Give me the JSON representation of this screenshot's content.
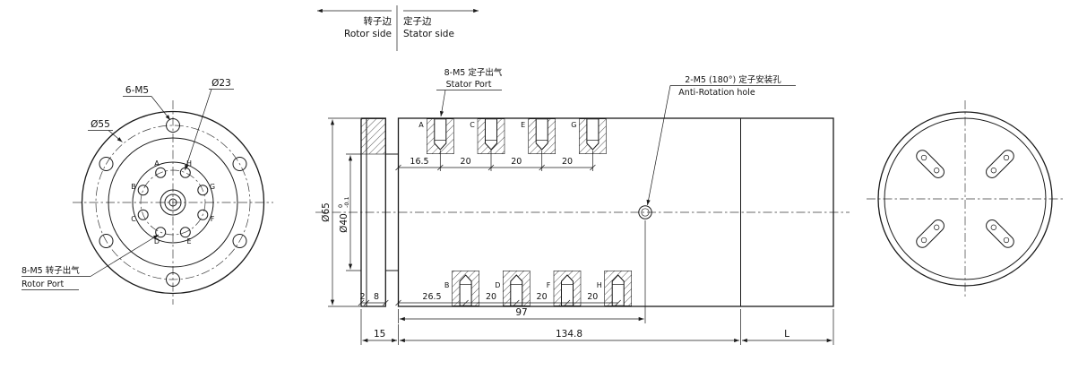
{
  "header": {
    "rotor_side_cn": "转子边",
    "rotor_side_en": "Rotor side",
    "stator_side_cn": "定子边",
    "stator_side_en": "Stator side"
  },
  "front_view": {
    "label_6m5": "6-M5",
    "label_d23": "Ø23",
    "label_d55": "Ø55",
    "rotor_port_cn": "8-M5 转子出气",
    "rotor_port_en": "Rotor Port",
    "holes": [
      "A",
      "B",
      "C",
      "D",
      "E",
      "F",
      "G",
      "H"
    ]
  },
  "section": {
    "stator_port_cn": "8-M5 定子出气",
    "stator_port_en": "Stator Port",
    "anti_rot_cn": "2-M5 (180°) 定子安装孔",
    "anti_rot_en": "Anti-Rotation hole",
    "d65": "Ø65",
    "d40": "Ø40",
    "d40_tol_up": "0",
    "d40_tol_dn": "-0.1",
    "top_ports": [
      "A",
      "C",
      "E",
      "G"
    ],
    "bottom_ports": [
      "B",
      "D",
      "F",
      "H"
    ],
    "top_dims": [
      "16.5",
      "20",
      "20",
      "20"
    ],
    "bottom_dims": [
      "26.5",
      "20",
      "20",
      "20"
    ],
    "flange_dims": [
      "2",
      "8"
    ],
    "dim_97": "97",
    "dim_15": "15",
    "dim_len": "134.8",
    "dim_L": "L"
  }
}
